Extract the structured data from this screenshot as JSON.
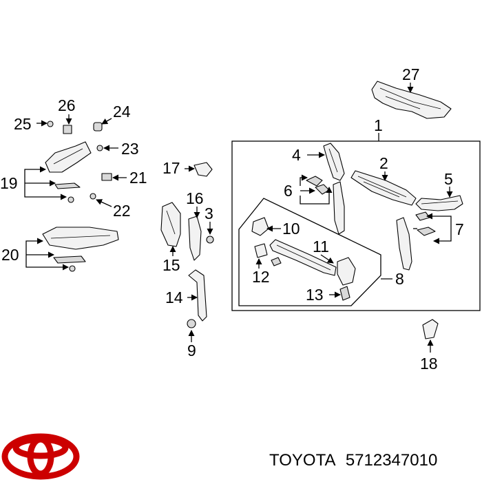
{
  "callouts": {
    "c1": "1",
    "c2": "2",
    "c3": "3",
    "c4": "4",
    "c5": "5",
    "c6": "6",
    "c7": "7",
    "c8": "8",
    "c9": "9",
    "c10": "10",
    "c11": "11",
    "c12": "12",
    "c13": "13",
    "c14": "14",
    "c15": "15",
    "c16": "16",
    "c17": "17",
    "c18": "18",
    "c19": "19",
    "c20": "20",
    "c21": "21",
    "c22": "22",
    "c23": "23",
    "c24": "24",
    "c25": "25",
    "c26": "26",
    "c27": "27"
  },
  "footer": {
    "brand": "TOYOTA",
    "part_number": "5712347010"
  },
  "colors": {
    "logo": "#cc0000",
    "ink": "#000000"
  },
  "icons": {
    "logo": "toyota-logo-icon"
  }
}
